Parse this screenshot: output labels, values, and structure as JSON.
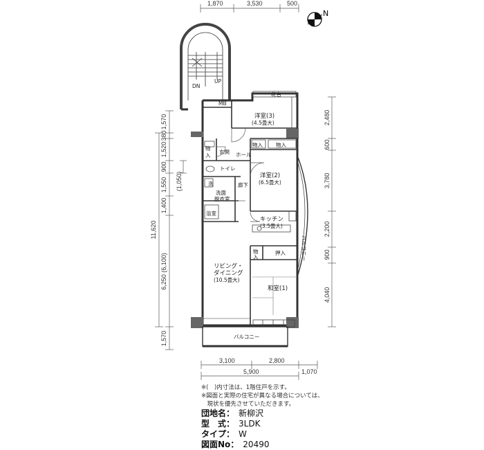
{
  "dims": {
    "top": [
      "1,870",
      "3,530",
      "500"
    ],
    "bottom_row1": [
      "3,100",
      "2,800",
      "1,070"
    ],
    "bottom_row2": "5,900",
    "left_col1": [
      "1,570",
      "380",
      "1,520",
      "900",
      "1,550",
      "1,400"
    ],
    "left_main": "11,620",
    "left_bottom": [
      "6,250 (6,100)",
      "1,570"
    ],
    "left_col2": "(1,050)",
    "right": [
      "2,480",
      "600",
      "3,780",
      "2,200",
      "900",
      "4,040"
    ]
  },
  "north_label": "N",
  "stair": {
    "dn": "DN",
    "up": "UP"
  },
  "rooms": {
    "flower_bed": "花台",
    "mb": "MB",
    "western3_name": "洋室(3)",
    "western3_size": "(4.5畳大)",
    "storage": "物入",
    "storage_a": "物",
    "storage_b": "入",
    "entrance": "玄関",
    "hall": "ホール",
    "toilet": "トイレ",
    "western2_name": "洋室(2)",
    "western2_size": "(6.5畳大)",
    "wash": "洗",
    "corridor": "廊下",
    "washroom_a": "洗面",
    "washroom_b": "脱衣室",
    "bath": "浴室",
    "kitchen_name": "キッチン",
    "kitchen_size": "(3.5畳大)",
    "balcony_side": "バルコニー",
    "closet": "押入",
    "living_a": "リビング・",
    "living_b": "ダイニング",
    "living_size": "(10.5畳大)",
    "japanese_name": "和室(1)",
    "balcony": "バルコニー"
  },
  "notes": [
    "※(　)内寸法は、1階住戸を示す。",
    "※図面と実際の住宅が異なる場合については、",
    "　現状を優先させていただきます。"
  ],
  "info": [
    {
      "label": "団地名：",
      "value": "新柳沢"
    },
    {
      "label": "型　式：",
      "value": "3LDK"
    },
    {
      "label": "タイプ：",
      "value": "W"
    },
    {
      "label": "図面No：",
      "value": "20490"
    }
  ]
}
